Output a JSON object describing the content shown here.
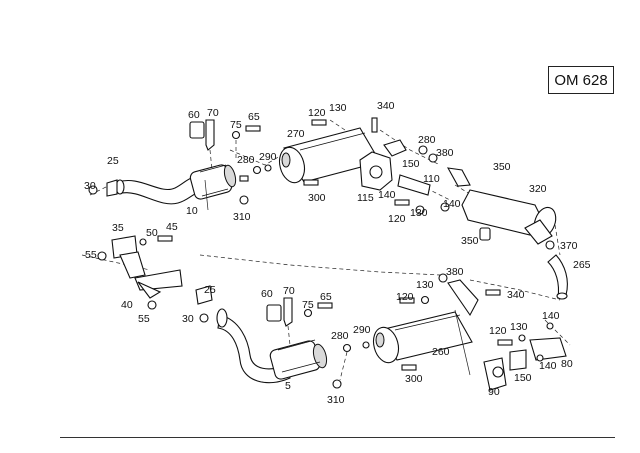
{
  "model": "OM 628",
  "upper_assembly": {
    "labels": [
      "60",
      "70",
      "75",
      "65",
      "120",
      "130",
      "340",
      "270",
      "280",
      "290",
      "280",
      "380",
      "150",
      "350",
      "25",
      "30",
      "10",
      "310",
      "300",
      "115",
      "140",
      "110",
      "120",
      "130",
      "140",
      "320",
      "350",
      "370",
      "265"
    ]
  },
  "lower_assembly": {
    "labels": [
      "35",
      "50",
      "45",
      "55",
      "40",
      "55",
      "25",
      "30",
      "60",
      "70",
      "75",
      "65",
      "280",
      "290",
      "5",
      "310",
      "120",
      "130",
      "380",
      "340",
      "260",
      "300",
      "120",
      "130",
      "140",
      "150",
      "140",
      "80",
      "90"
    ]
  }
}
